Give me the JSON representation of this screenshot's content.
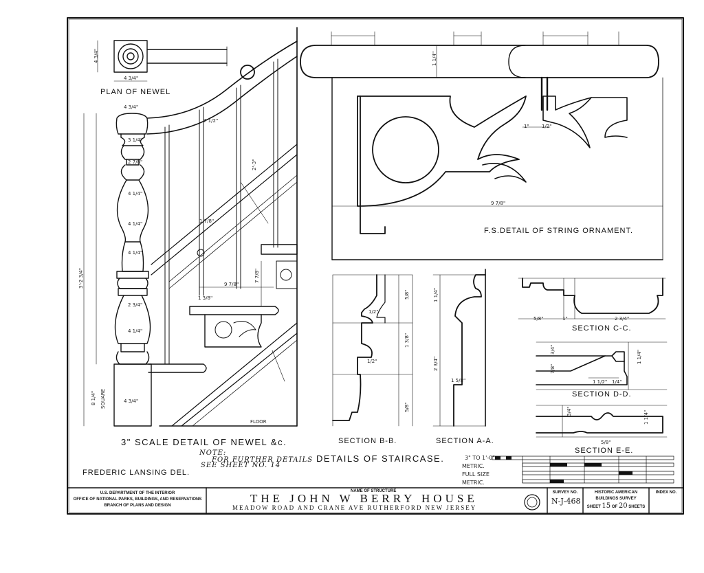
{
  "plan_of_newel": "PLAN OF NEWEL",
  "newel_detail": "3\" SCALE DETAIL OF NEWEL &c.",
  "string_ornament": "F.S.DETAIL OF STRING ORNAMENT.",
  "section_bb": "SECTION B-B.",
  "section_aa": "SECTION A-A.",
  "section_cc": "SECTION C-C.",
  "section_dd": "SECTION D-D.",
  "section_ee": "SECTION E-E.",
  "floor": "FLOOR",
  "note_line1": "NOTE:",
  "note_line2": "FOR FURTHER DETAILS",
  "note_line3": "SEE SHEET NO. 14",
  "details_title": "DETAILS OF STAIRCASE.",
  "delineator": "FREDERIC LANSING DEL.",
  "scale": {
    "ratio": "3\" TO 1'-0\"",
    "metric1": "METRIC.",
    "full_size": "FULL SIZE",
    "metric2": "METRIC."
  },
  "dimensions": {
    "newel_plan_top": "4 3/4\"",
    "newel_plan_side": "4 3/4\"",
    "newel_top": "4 3/4\"",
    "newel_collar": "3 1/4\"",
    "newel_mid": "2 7/8\"",
    "newel_vase": "4 1/4\"",
    "newel_body": "4 1/4\"",
    "newel_lower": "2 3/4\"",
    "newel_shaft": "4 1/4\"",
    "newel_base": "4 3/4\"",
    "overall_height": "3'-2 3/4\"",
    "square": "SQUARE",
    "square_height": "8 1/4\"",
    "rake_height": "2'-3\"",
    "rake_angle": "7 1/2\"",
    "baluster_1": "9 7/8\"",
    "baluster_2": "7 7/8\"",
    "baluster_3": "1 3/8\"",
    "rail": "1 7/8\"",
    "ornament_height": "1 1/4\"",
    "ornament_width": "9 7/8\"",
    "ornament_1": "1\"",
    "ornament_2": "1/2\"",
    "bb_1": "5/8\"",
    "bb_2": "1 3/8\"",
    "bb_3": "1/2\"",
    "bb_4": "1/2\"",
    "bb_5": "5/8\"",
    "aa_1": "1 1/4\"",
    "aa_2": "2 3/4\"",
    "aa_3": "1 5/8\"",
    "cc_1": "5/8\"",
    "cc_2": "1\"",
    "cc_3": "2 3/4\"",
    "dd_1": "3/4\"",
    "dd_2": "7/8\"",
    "dd_3": "1 1/4\"",
    "dd_4": "1 1/2\"",
    "dd_5": "1/4\"",
    "ee_1": "3/4\"",
    "ee_2": "1 1/4\"",
    "ee_3": "5/8\""
  },
  "title_block": {
    "dept_line1": "U.S. DEPARTMENT OF THE INTERIOR",
    "dept_line2": "OFFICE OF NATIONAL PARKS, BUILDINGS, AND RESERVATIONS",
    "dept_line3": "BRANCH OF PLANS AND DESIGN",
    "name_label": "NAME OF STRUCTURE",
    "structure_name": "THE JOHN W BERRY HOUSE",
    "location": "MEADOW ROAD AND CRANE AVE RUTHERFORD NEW JERSEY",
    "survey_label": "SURVEY NO.",
    "survey_no": "N-J-468",
    "habs_line1": "HISTORIC AMERICAN",
    "habs_line2": "BUILDINGS SURVEY",
    "sheet_prefix": "SHEET",
    "sheet_no": "15",
    "sheet_of": "OF",
    "sheet_total": "20",
    "sheet_suffix": "SHEETS",
    "index_label": "INDEX NO."
  },
  "icons": {
    "seal": "seal-icon"
  }
}
